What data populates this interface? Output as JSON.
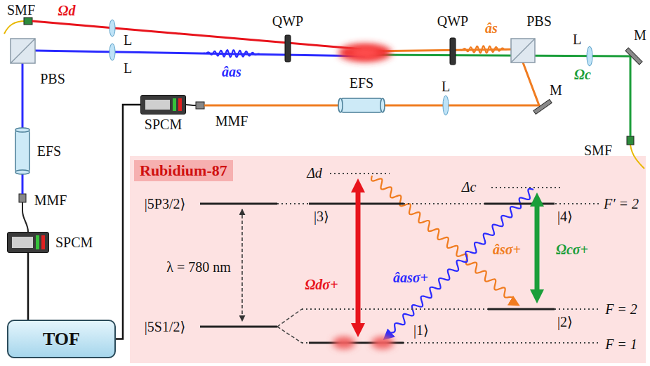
{
  "diagram": {
    "nodes": [
      {
        "text": [
          "SPCM"
        ]
      },
      {
        "text": [
          "Rubidium-87"
        ]
      },
      {
        "text": [
          "SPCM"
        ]
      },
      {
        "text": [
          "TOF"
        ]
      }
    ],
    "edges": [
      {
        "from": 0,
        "to": 3,
        "arrow": "none"
      },
      {
        "from": 2,
        "to": 3,
        "arrow": "none"
      }
    ],
    "labels": [
      "SMF",
      "Ωd",
      "L",
      "L",
      "QWP",
      "âas",
      "PBS",
      "QWP",
      "âs",
      "PBS",
      "M",
      "L",
      "Ωc",
      "SMF",
      "EFS",
      "MMF",
      "EFS",
      "L",
      "M",
      "MMF",
      "|5P3/2⟩",
      "|5S1/2⟩",
      "λ = 780 nm",
      "Δd",
      "Δc",
      "|3⟩",
      "|4⟩",
      "F′ = 2",
      "F = 2",
      "F = 1",
      "|2⟩",
      "|1⟩",
      "Ωdσ+",
      "âasσ+",
      "âsσ+",
      "Ωcσ+"
    ]
  }
}
